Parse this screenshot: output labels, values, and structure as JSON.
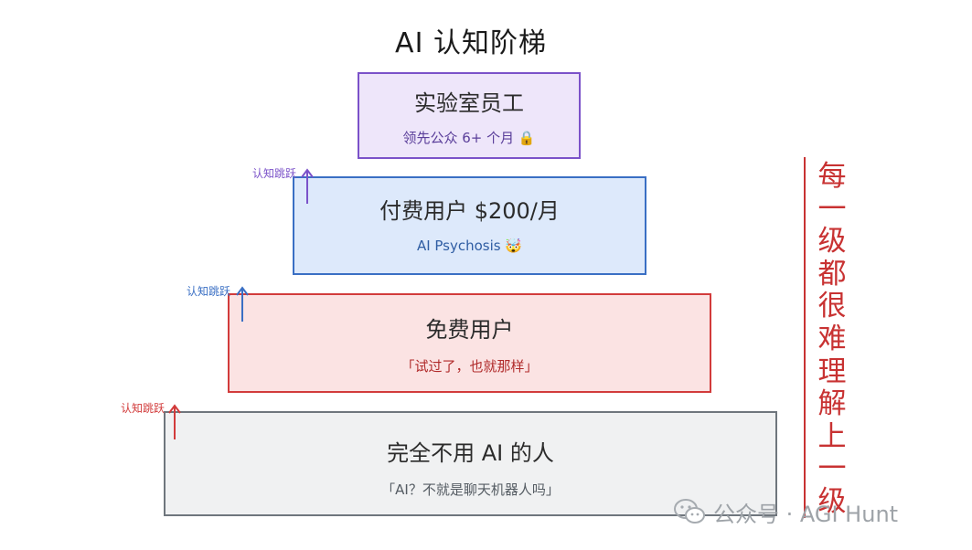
{
  "title": "AI 认知阶梯",
  "tiers": [
    {
      "title": "实验室员工",
      "subtitle": "领先公众 6+ 个月 🔒",
      "border_color": "#7b52c9",
      "fill_color": "#eee6fa"
    },
    {
      "title": "付费用户 $200/月",
      "subtitle": "AI Psychosis 🤯",
      "border_color": "#3a6fc4",
      "fill_color": "#dde9fb"
    },
    {
      "title": "免费用户",
      "subtitle": "「试过了，也就那样」",
      "border_color": "#d23b3b",
      "fill_color": "#fbe3e3"
    },
    {
      "title": "完全不用 AI 的人",
      "subtitle": "「AI？不就是聊天机器人吗」",
      "border_color": "#6f767d",
      "fill_color": "#f0f1f2"
    }
  ],
  "jumps": [
    {
      "label": "认知跳跃",
      "color": "#7b52c9"
    },
    {
      "label": "认知跳跃",
      "color": "#3a6fc4"
    },
    {
      "label": "认知跳跃",
      "color": "#d23b3b"
    }
  ],
  "side_note": {
    "text": "每一级都很难理解上一级",
    "color": "#c83232"
  },
  "watermark": {
    "text": "公众号 · AGI Hunt",
    "icon": "wechat-icon"
  }
}
